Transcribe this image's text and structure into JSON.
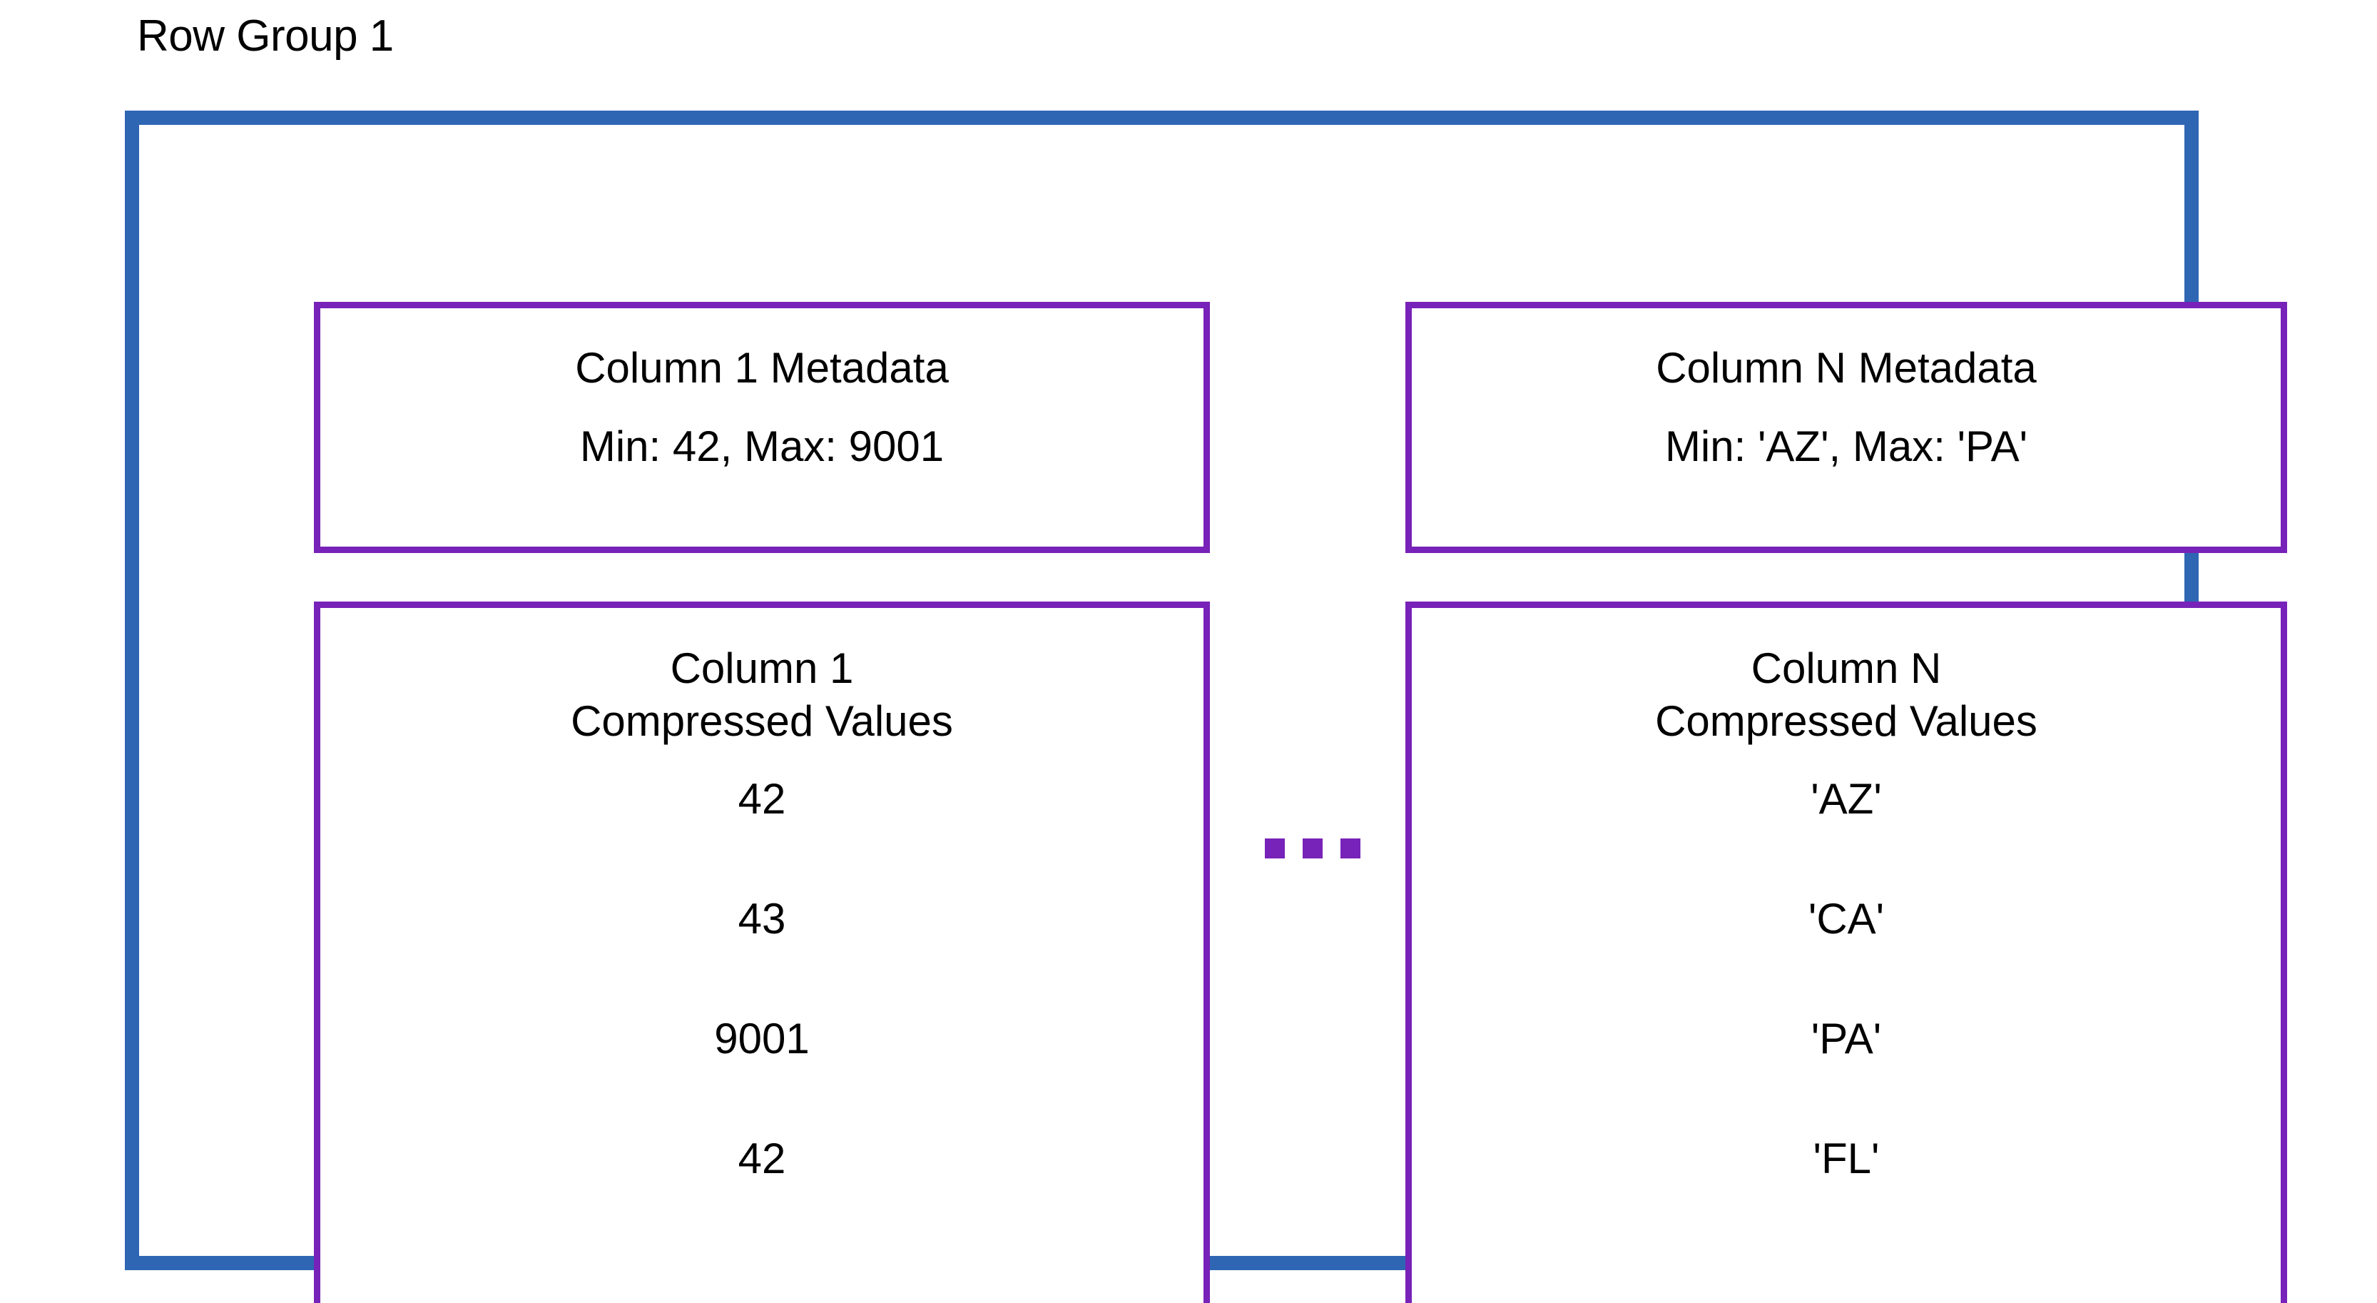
{
  "diagram": {
    "title": "Row Group 1",
    "colors": {
      "outer_border": "#2e66b4",
      "column_border": "#7722b8",
      "background": "#ffffff",
      "text": "#000000"
    },
    "ellipsis": {
      "symbol": "...",
      "dot_count": 3
    },
    "columns": [
      {
        "id": "column-1",
        "metadata": {
          "title": "Column 1 Metadata",
          "stats": "Min: 42, Max: 9001",
          "min": "42",
          "max": "9001"
        },
        "values": {
          "heading_line_1": "Column 1",
          "heading_line_2": "Compressed Values",
          "items": [
            "42",
            "43",
            "9001",
            "42"
          ]
        }
      },
      {
        "id": "column-n",
        "metadata": {
          "title": "Column N Metadata",
          "stats": "Min: 'AZ', Max: 'PA'",
          "min": "'AZ'",
          "max": "'PA'"
        },
        "values": {
          "heading_line_1": "Column N",
          "heading_line_2": "Compressed Values",
          "items": [
            "'AZ'",
            "'CA'",
            "'PA'",
            "'FL'"
          ]
        }
      }
    ]
  }
}
